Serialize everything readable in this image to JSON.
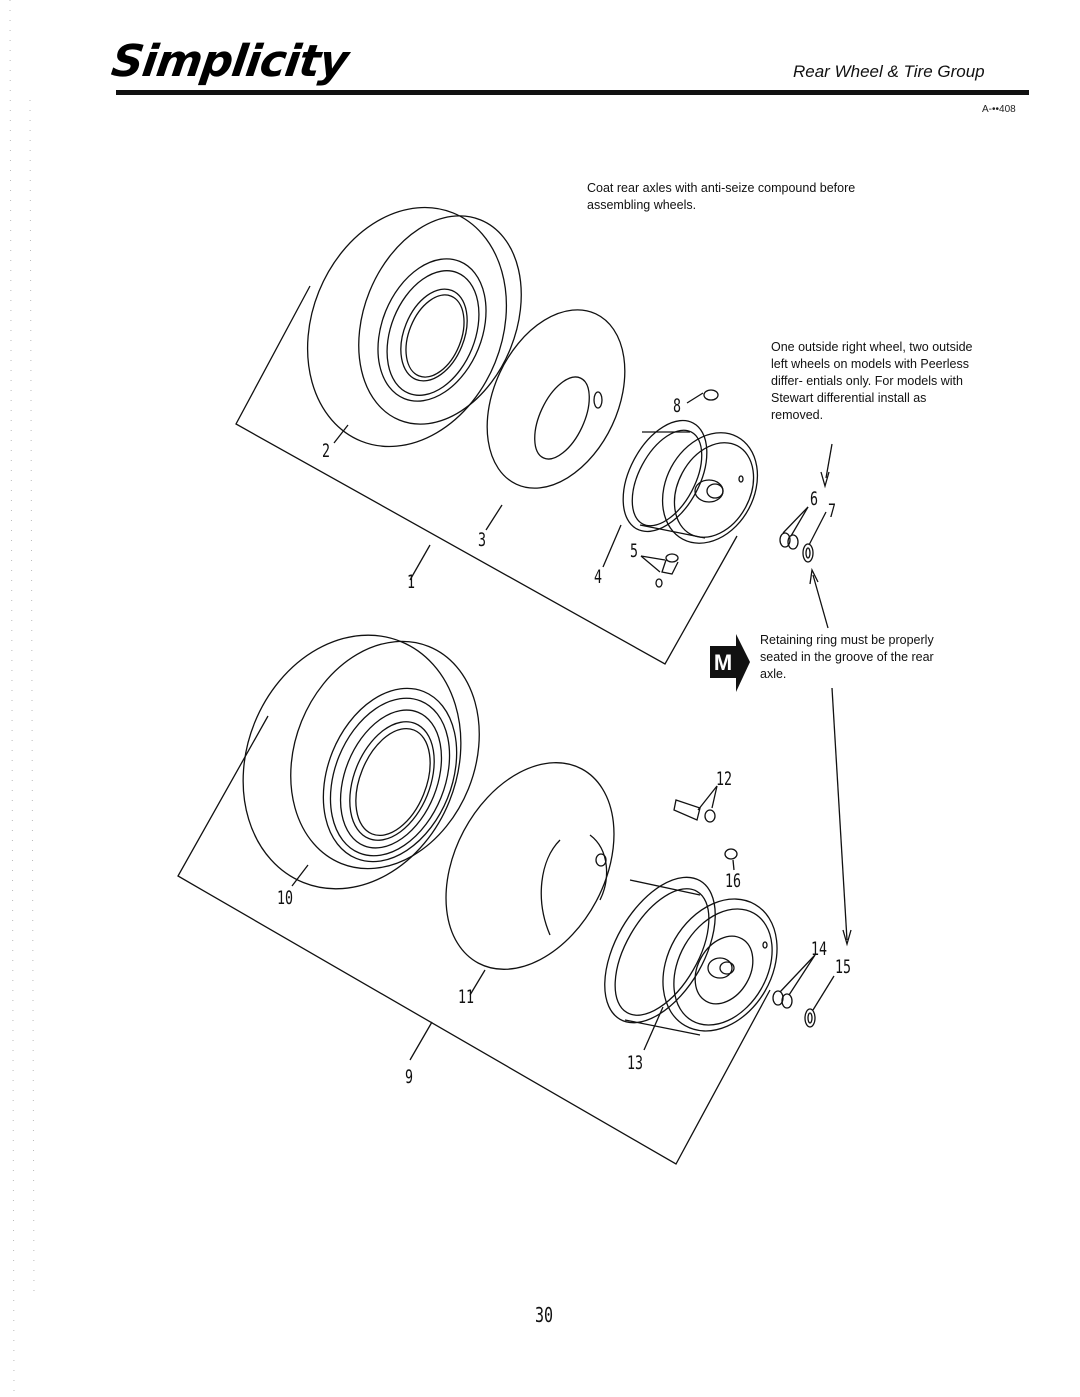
{
  "header": {
    "logo_text": "Simplicity",
    "section_title": "Rear Wheel & Tire Group",
    "doc_code": "A-••408"
  },
  "notes": {
    "coat": "Coat rear axles with anti-seize compound before assembling wheels.",
    "wheel": "One outside right wheel, two outside left wheels on models with Peerless differ- entials only. For models with Stewart differential install as removed.",
    "ring": "Retaining ring must be properly seated in the groove of the rear axle."
  },
  "marker": {
    "letter": "M"
  },
  "callouts": {
    "c1": "1",
    "c2": "2",
    "c3": "3",
    "c4": "4",
    "c5": "5",
    "c6": "6",
    "c7": "7",
    "c8": "8",
    "c9": "9",
    "c10": "10",
    "c11": "11",
    "c12": "12",
    "c13": "13",
    "c14": "14",
    "c15": "15",
    "c16": "16"
  },
  "page_number": "30"
}
